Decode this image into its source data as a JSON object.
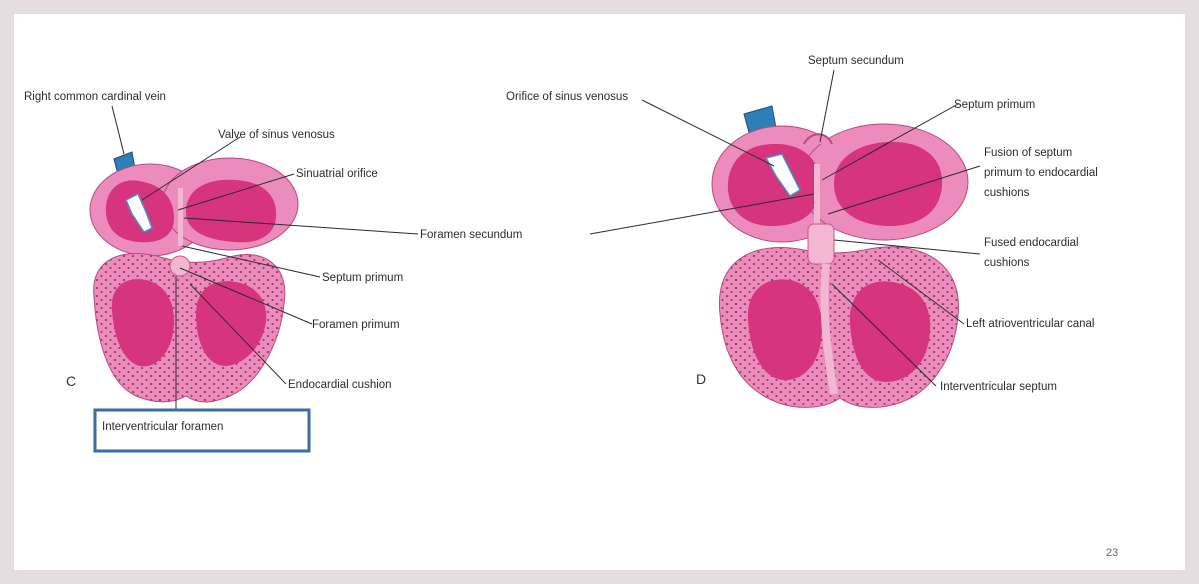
{
  "slide": {
    "page_number": "23"
  },
  "colors": {
    "background": "#e5dde0",
    "outer_wall": "#ec8cbc",
    "chamber": "#d6357d",
    "tissue_dots": "#7a1f44",
    "vein": "#2e7fb8",
    "highlight_box": "#3a6ea5"
  },
  "diagram_c": {
    "panel_label": "C",
    "labels": {
      "right_common_cardinal_vein": "Right common cardinal vein",
      "valve_of_sinus_venosus": "Valve of sinus venosus",
      "sinuatrial_orifice": "Sinuatrial orifice",
      "septum_primum": "Septum primum",
      "foramen_primum": "Foramen primum",
      "endocardial_cushion": "Endocardial cushion",
      "interventricular_foramen": "Interventricular foramen"
    }
  },
  "shared": {
    "foramen_secundum": "Foramen secundum"
  },
  "diagram_d": {
    "panel_label": "D",
    "labels": {
      "septum_secundum": "Septum secundum",
      "orifice_of_sinus_venosus": "Orifice of sinus venosus",
      "septum_primum": "Septum primum",
      "fusion_line_1": "Fusion of septum",
      "fusion_line_2": "primum to endocardial",
      "fusion_line_3": "cushions",
      "fused_line_1": "Fused endocardial",
      "fused_line_2": "cushions",
      "left_atrioventricular_canal": "Left atrioventricular canal",
      "interventricular_septum": "Interventricular septum"
    }
  }
}
